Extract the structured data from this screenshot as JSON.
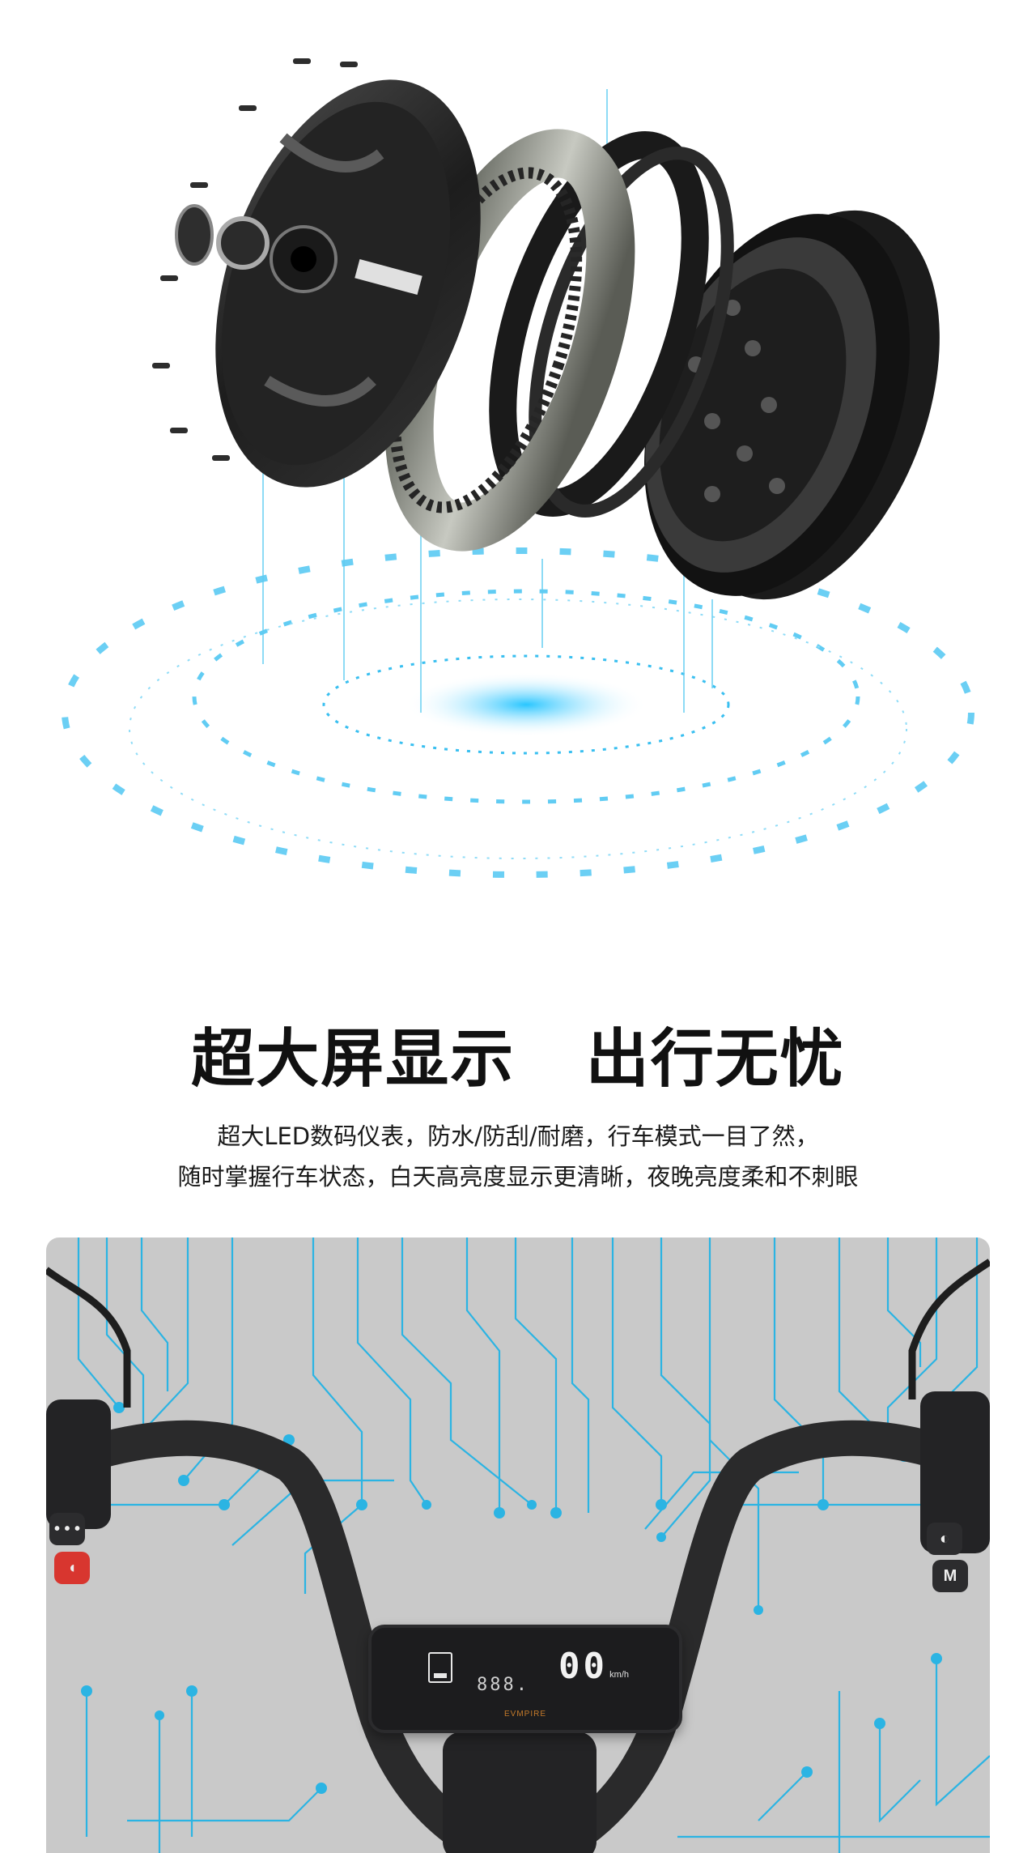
{
  "headline": "超大屏显示   出行无忧",
  "description": {
    "line1": "超大LED数码仪表，防水/防刮/耐磨，行车模式一目了然，",
    "line2": "随时掌握行车状态，白天高亮度显示更清晰，夜晚亮度柔和不刺眼"
  },
  "display": {
    "speed": "00",
    "odometer": "888.",
    "unit": "km/h",
    "brand": "EVMPIRE",
    "mode_button": "M"
  },
  "colors": {
    "accent_blue": "#29b6e6",
    "photo_background": "#c9c9c9",
    "horn_button": "#d8362f"
  },
  "icons": [
    "battery-icon",
    "horn-icon",
    "screw-icon"
  ]
}
